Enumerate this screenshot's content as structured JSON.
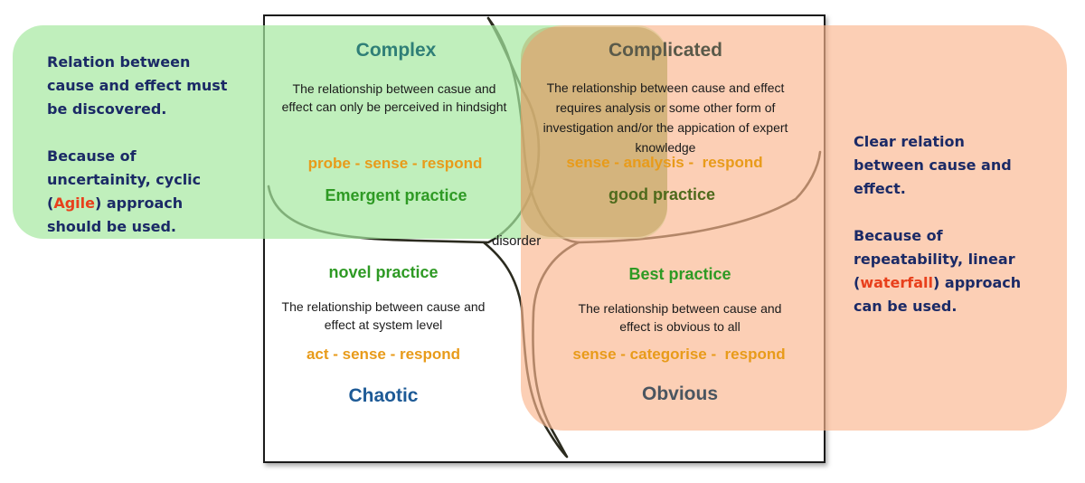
{
  "colors": {
    "green_panel": "#bdeeb8",
    "orange_panel": "#fcc5a4",
    "complex_title": "#2f7f77",
    "complicated_title": "#5a5a4a",
    "chaotic_title": "#1d5a96",
    "obvious_title": "#4a5560",
    "practice_green": "#2e9a24",
    "steps_orange": "#e89b1a",
    "note_text": "#1b2a66",
    "note_highlight": "#e8401c"
  },
  "left_note": {
    "line1": "Relation between cause and effect must be discovered.",
    "line2_pre": "Because of uncertainity, cyclic (",
    "line2_hl": "Agile",
    "line2_post": ") approach should be used."
  },
  "right_note": {
    "line1": "Clear relation between cause and effect.",
    "line2_pre": "Because of repeatability, linear (",
    "line2_hl": "waterfall",
    "line2_post": ") approach can be used."
  },
  "center_label": "disorder",
  "complex": {
    "title": "Complex",
    "description": "The relationship between casue and effect can only be perceived in hindsight",
    "steps": "probe - sense - respond",
    "practice": "Emergent practice"
  },
  "complicated": {
    "title": "Complicated",
    "description": "The relationship between cause and effect requires analysis or some other form of investigation and/or the appication of expert knowledge",
    "steps": "sense - analysis -  respond",
    "practice": "good practice"
  },
  "chaotic": {
    "title": "Chaotic",
    "description": "The relationship between cause and effect at system level",
    "steps": "act - sense - respond",
    "practice": "novel practice"
  },
  "obvious": {
    "title": "Obvious",
    "description": "The relationship between cause and effect is obvious to all",
    "steps": "sense - categorise -  respond",
    "practice": "Best practice"
  }
}
